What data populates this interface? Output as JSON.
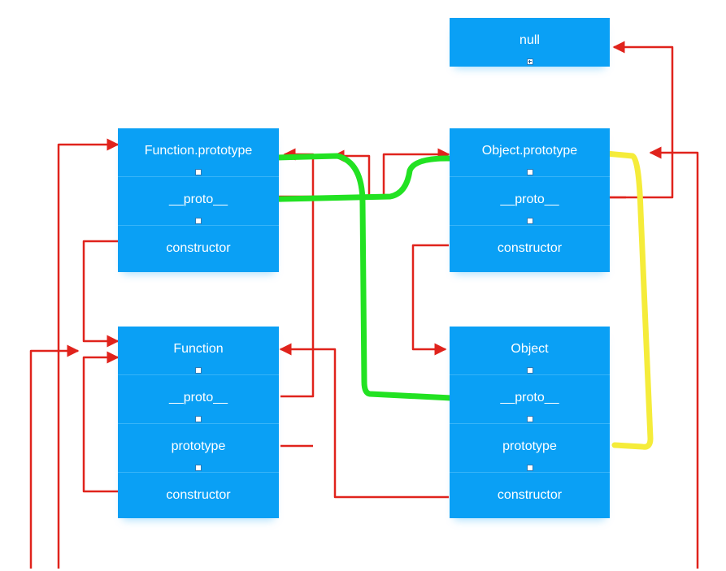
{
  "nodes": {
    "null_box": {
      "rows": [
        "null"
      ]
    },
    "function_prototype": {
      "rows": [
        "Function.prototype",
        "__proto__",
        "constructor"
      ]
    },
    "object_prototype": {
      "rows": [
        "Object.prototype",
        "__proto__",
        "constructor"
      ]
    },
    "function_ctor": {
      "rows": [
        "Function",
        "__proto__",
        "prototype",
        "constructor"
      ]
    },
    "object_ctor": {
      "rows": [
        "Object",
        "__proto__",
        "prototype",
        "constructor"
      ]
    }
  },
  "colors": {
    "box": "#0aa0f5",
    "arrow": "#e0231c",
    "green_path": "#22e222",
    "yellow_path": "#f5ec3a"
  }
}
